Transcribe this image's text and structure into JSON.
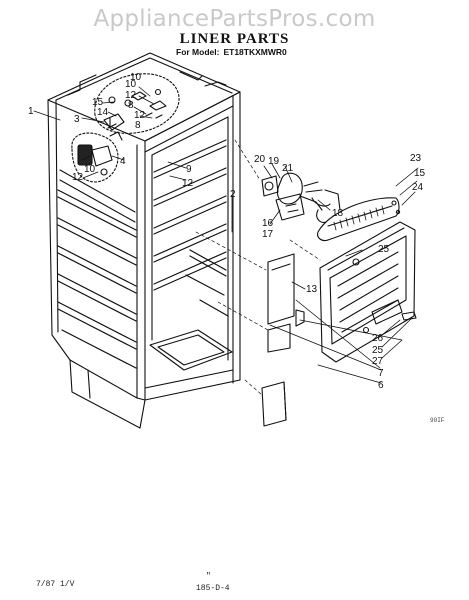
{
  "watermark": "AppliancePartsPros.com",
  "title": "LINER PARTS",
  "model_label": "For Model:",
  "model_number": "ET18TKXMWR0",
  "callouts": {
    "c1": "1",
    "c3": "3",
    "c15a": "15",
    "c14": "14",
    "c10a": "10",
    "c12a": "12",
    "c8a": "8",
    "c10b": "10",
    "c12b": "12",
    "c8b": "8",
    "c4": "4",
    "c12c": "12",
    "c10c": "10",
    "c9": "9",
    "c12d": "12",
    "c2": "2",
    "c20": "20",
    "c19": "19",
    "c21": "21",
    "c18": "18",
    "c16": "16",
    "c17": "17",
    "c23": "23",
    "c15b": "15",
    "c24": "24",
    "c25a": "25",
    "c13": "13",
    "c26": "26",
    "c25b": "25",
    "c27": "27",
    "c7": "7",
    "c6": "6"
  },
  "side_code": "90IF",
  "footer_left": "7/87 1/V",
  "footer_center": "185-D-4",
  "footer_mark": "\""
}
